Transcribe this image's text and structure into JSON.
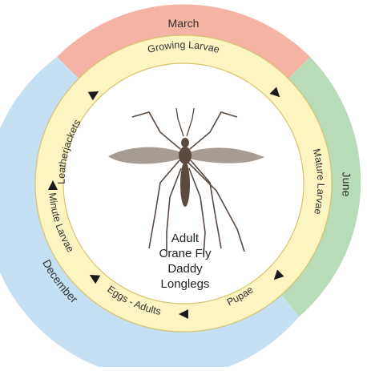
{
  "seasons": {
    "march": "March",
    "june": "June",
    "december": "December"
  },
  "stages": {
    "growing_larvae": "Growing Larvae",
    "mature_larvae": "Mature Larvae",
    "pupae": "Pupae",
    "eggs_adults": "Eggs - Adults",
    "minute_larvae": "Minute Larvae",
    "leatherjackets": "Leatherjackets"
  },
  "center": {
    "line1": "Adult",
    "line2": "Crane Fly",
    "line3": "Daddy",
    "line4": "Longlegs"
  },
  "colors": {
    "march": "#f4b3a3",
    "june": "#b8dbb9",
    "december": "#c5dff3",
    "inner_ring": "#fdf5c1",
    "ring_stroke": "#d6c36b",
    "center": "#ffffff",
    "arrow": "#1a1a1a",
    "insect_body": "#5a4a3f",
    "wing": "#8a7b6f"
  }
}
